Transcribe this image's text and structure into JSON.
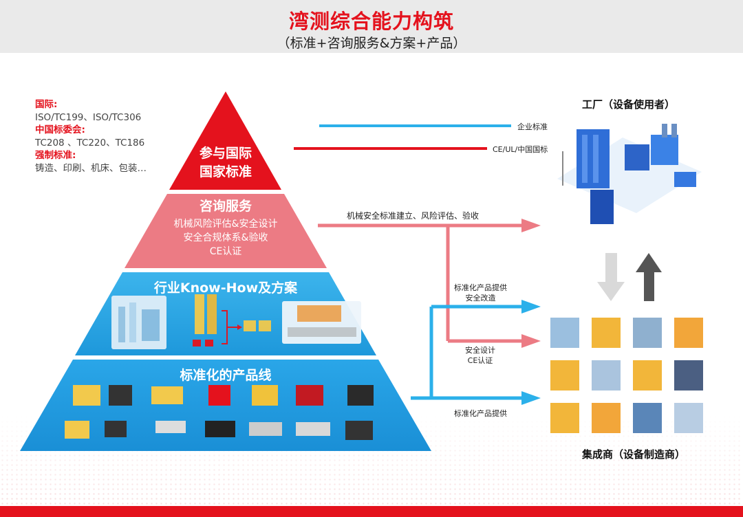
{
  "header": {
    "title": "湾测综合能力构筑",
    "subtitle": "（标准+咨询服务&方案+产品）"
  },
  "legend": [
    {
      "text": "国际:",
      "heading": true
    },
    {
      "text": "ISO/TC199、ISO/TC306",
      "heading": false
    },
    {
      "text": "中国标委会:",
      "heading": true
    },
    {
      "text": "TC208 、TC220、TC186",
      "heading": false
    },
    {
      "text": "强制标准:",
      "heading": true
    },
    {
      "text": "铸造、印刷、机床、包装…",
      "heading": false
    }
  ],
  "pyramid": {
    "tier1": {
      "line1": "参与国际",
      "line2": "国家标准",
      "color": "#e4121d"
    },
    "tier2": {
      "title": "咨询服务",
      "items": [
        "机械风险评估&安全设计",
        "安全合规体系&验收",
        "CE认证"
      ],
      "color": "#ec7b84"
    },
    "tier3": {
      "title": "行业Know-How及方案",
      "color": "#29a8e6"
    },
    "tier4": {
      "title": "标准化的产品线",
      "color": "#1f9be2"
    }
  },
  "arrows": {
    "enterprise_std": "企业标准",
    "ce_ul": "CE/UL/中国国标",
    "consult_flow": "机械安全标准建立、风险评估、验收",
    "std_product_line1": "标准化产品提供",
    "std_product_line2": "安全改造",
    "safety_design_line1": "安全设计",
    "safety_design_line2": "CE认证",
    "std_product_only": "标准化产品提供"
  },
  "side": {
    "factory_label": "工厂（设备使用者）",
    "integrator_label": "集成商（设备制造商）"
  },
  "colors": {
    "red": "#e4121d",
    "pink": "#ec7b84",
    "blue": "#29a8e6",
    "cyan": "#2bb0ea",
    "gray_arrow": "#d9d9d9",
    "dark_arrow": "#555555"
  }
}
